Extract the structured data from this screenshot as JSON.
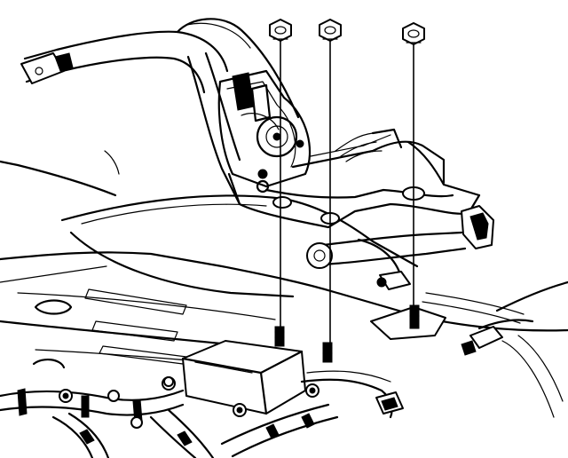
{
  "diagram": {
    "style": "monochrome technical line drawing",
    "ink_color": "#000000",
    "background_color": "#ffffff",
    "parts": [
      "parking-brake-pedal-assembly",
      "release-handle",
      "mounting-nut",
      "mounting-stud",
      "floor-pan",
      "electronic-control-module",
      "wiring-harness",
      "brake-cable",
      "electrical-connector"
    ]
  }
}
